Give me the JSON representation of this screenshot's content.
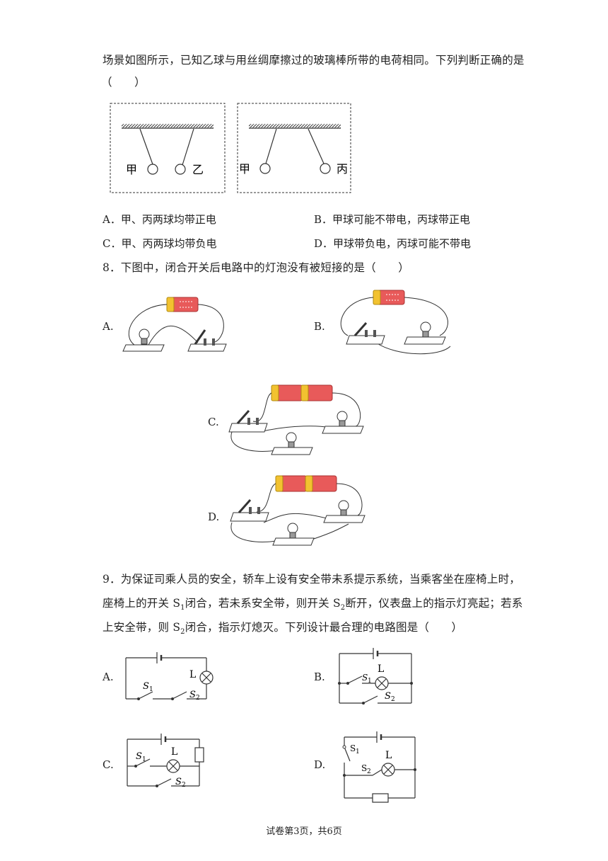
{
  "q7": {
    "stem_line1": "场景如图所示，已知乙球与用丝绸摩擦过的玻璃棒所带的电荷相同。下列判断正确的是",
    "stem_line2": "（　　）",
    "fig_left": {
      "label_a": "甲",
      "label_b": "乙"
    },
    "fig_right": {
      "label_a": "甲",
      "label_b": "丙"
    },
    "options": {
      "A": "A．甲、丙两球均带正电",
      "B": "B．甲球可能不带电，丙球带正电",
      "C": "C．甲、丙两球均带负电",
      "D": "D．甲球带负电，丙球可能不带电"
    }
  },
  "q8": {
    "stem": "8．下图中，闭合开关后电路中的灯泡没有被短接的是（　　）",
    "labels": {
      "A": "A.",
      "B": "B.",
      "C": "C.",
      "D": "D."
    }
  },
  "q9": {
    "line1": "9．为保证司乘人员的安全，轿车上设有安全带未系提示系统，当乘客坐在座椅上时，",
    "line2_a": "座椅上的开关 S",
    "line2_sub1": "1",
    "line2_b": "闭合，若未系安全带，则开关 S",
    "line2_sub2": "2",
    "line2_c": "断开，仪表盘上的指示灯亮起；若系",
    "line3_a": "上安全带，则 S",
    "line3_sub": "2",
    "line3_b": "闭合，指示灯熄灭。下列设计最合理的电路图是（　　）",
    "labels": {
      "A": "A.",
      "B": "B.",
      "C": "C.",
      "D": "D."
    },
    "circuit_text": {
      "L": "L",
      "S": "S",
      "one": "1",
      "two": "2"
    }
  },
  "footer": "试卷第3页，共6页"
}
